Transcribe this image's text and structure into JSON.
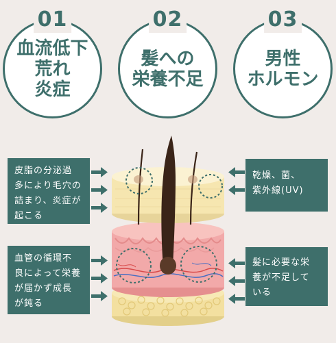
{
  "badges": [
    {
      "num": "01",
      "text": "血流低下\n荒れ\n炎症"
    },
    {
      "num": "02",
      "text": "髪への\n栄養不足"
    },
    {
      "num": "03",
      "text": "男性\nホルモン"
    }
  ],
  "left_boxes": [
    {
      "text": "皮脂の分泌過\n多により毛穴の\n詰まり、炎症が\n起こる"
    },
    {
      "text": "血管の循環不\n良によって栄養\nが届かず成長\nが鈍る"
    }
  ],
  "right_boxes": [
    {
      "text": "乾燥、菌、\n紫外線(UV)"
    },
    {
      "text": "髪に必要な栄\n養が不足して\nいる"
    }
  ],
  "colors": {
    "teal": "#3e6f6b",
    "background": "#f1ece9",
    "skin_pink": "#f2a9a9",
    "fat_yellow": "#f6e6b0",
    "hair": "#3a2418"
  }
}
